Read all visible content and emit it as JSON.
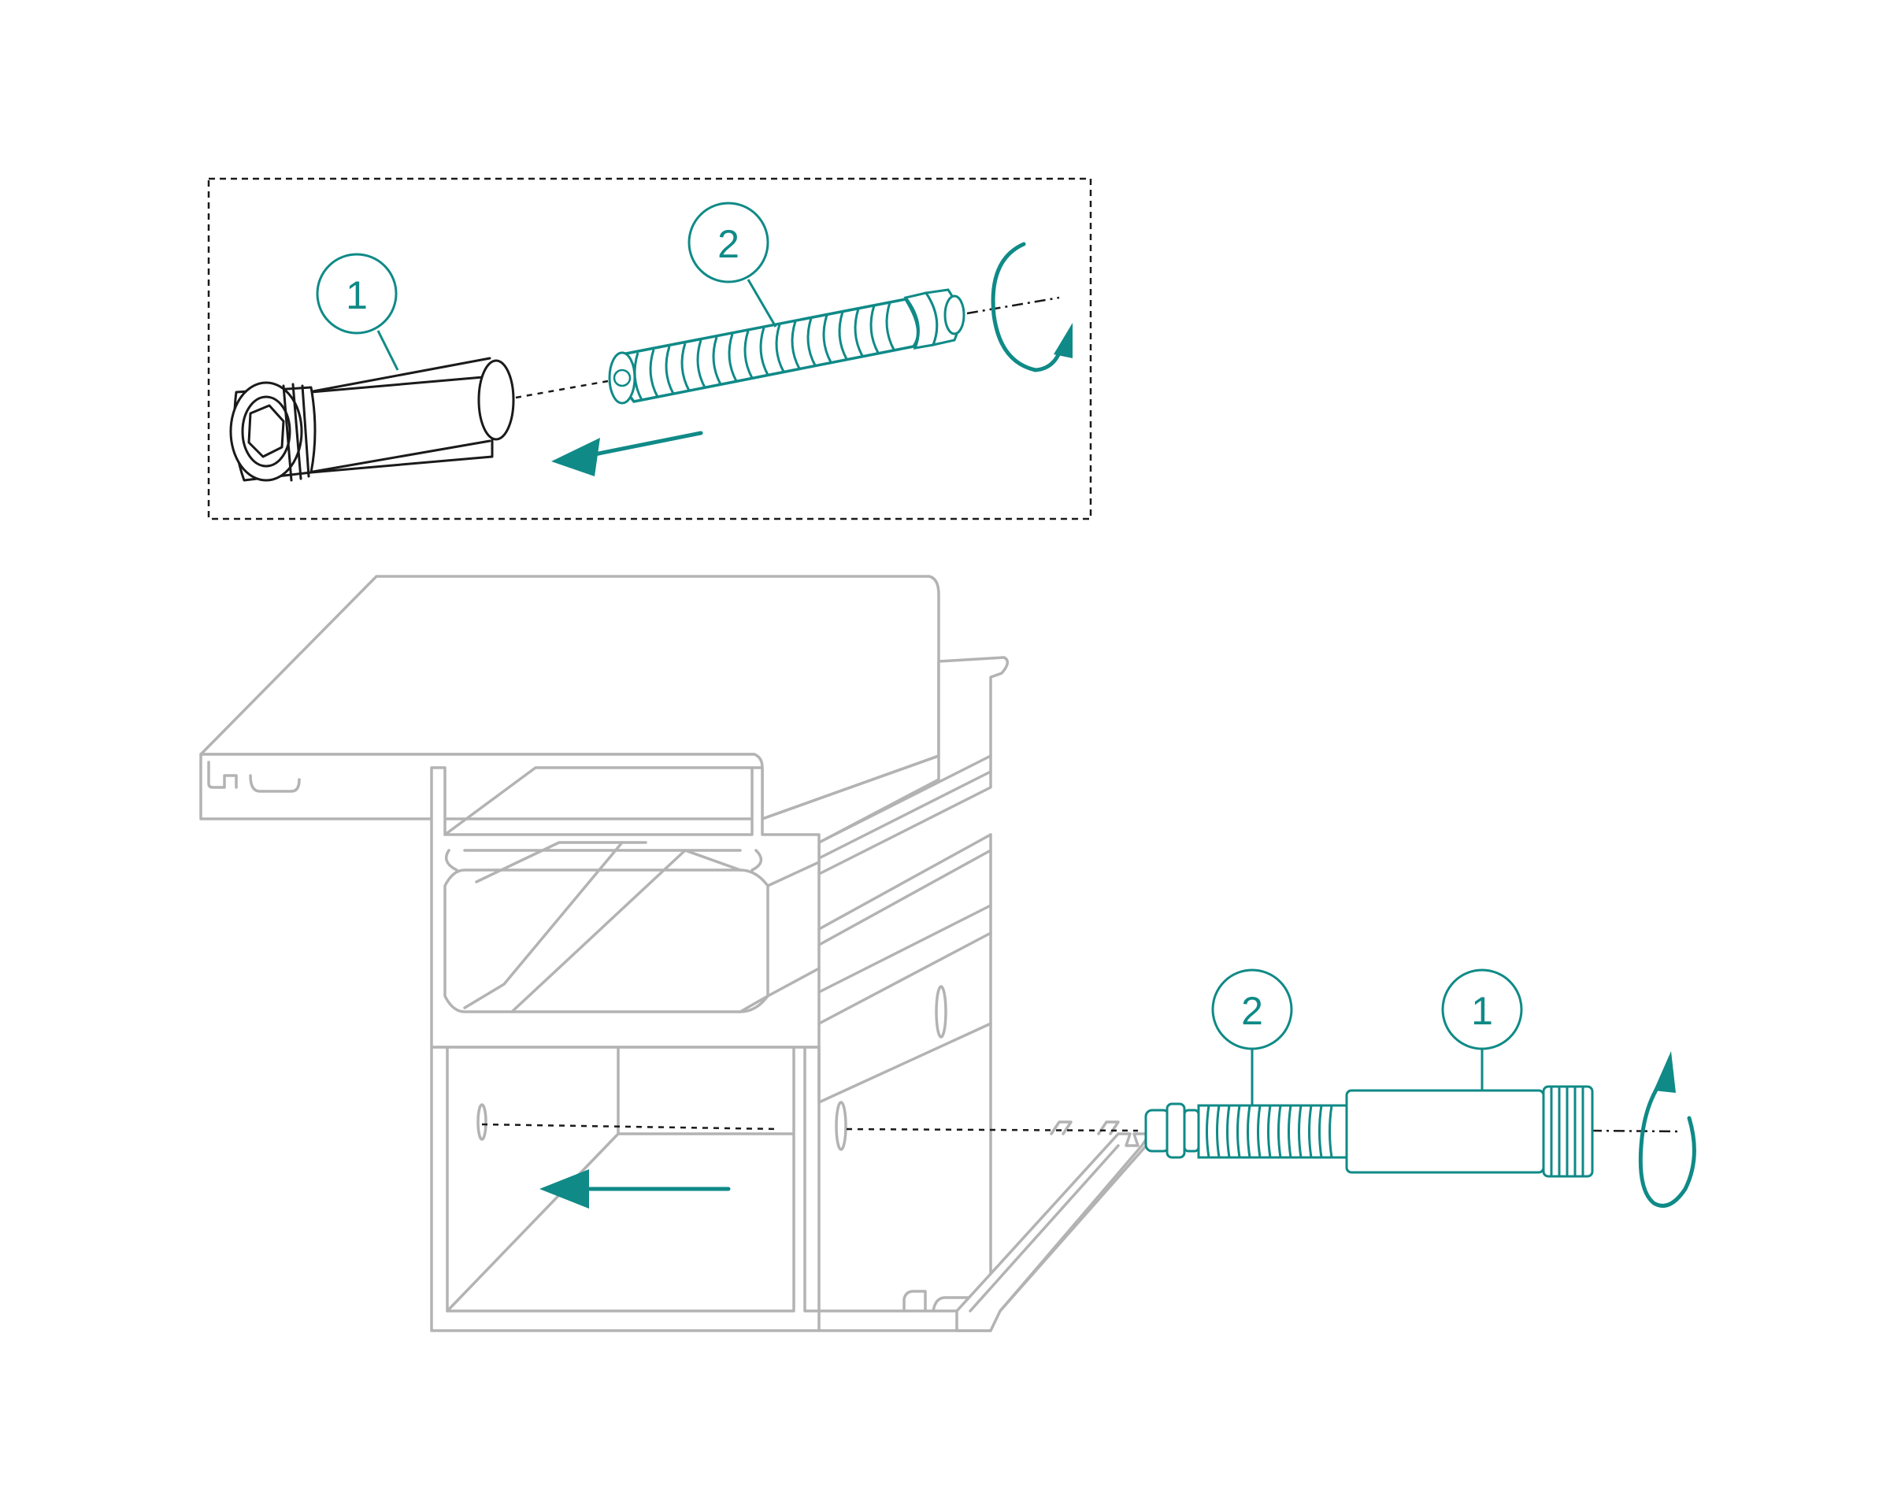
{
  "colors": {
    "accent": "#0f8a87",
    "outline": "#1a1a1a",
    "profile": "#b3b3b3"
  },
  "callouts": {
    "detail_part_1": "1",
    "detail_part_2": "2",
    "main_part_2": "2",
    "main_part_1": "1"
  }
}
